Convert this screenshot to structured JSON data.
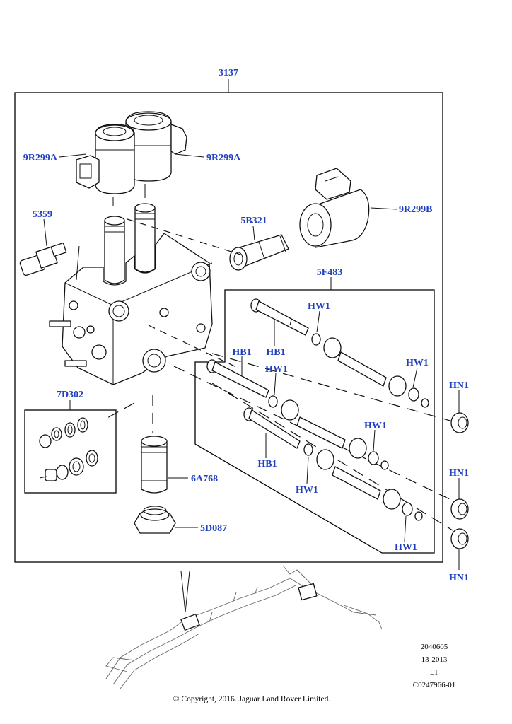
{
  "callouts": {
    "assembly": "3137",
    "solenoid_left": "9R299A",
    "solenoid_right": "9R299A",
    "solenoid_single": "9R299B",
    "pressure_sensor": "5359",
    "spool_valve": "5B321",
    "bolt_kit": "5F483",
    "seal_kit": "7D302",
    "filter": "6A768",
    "plug_nut": "5D087",
    "washer_1": "HW1",
    "washer_2": "HW1",
    "washer_3": "HW1",
    "washer_4": "HW1",
    "washer_5": "HW1",
    "bolt_1": "HB1",
    "bolt_2": "HB1",
    "bolt_3": "HB1",
    "nut_1": "HN1",
    "nut_2": "HN1",
    "nut_3": "HN1"
  },
  "meta": {
    "code": "2040605",
    "date": "13-2013",
    "side": "LT",
    "illustration": "C0247966-01"
  },
  "copyright": "© Copyright, 2016. Jaguar Land Rover Limited.",
  "colors": {
    "callout": "#1f3fbf",
    "line": "#111111"
  }
}
